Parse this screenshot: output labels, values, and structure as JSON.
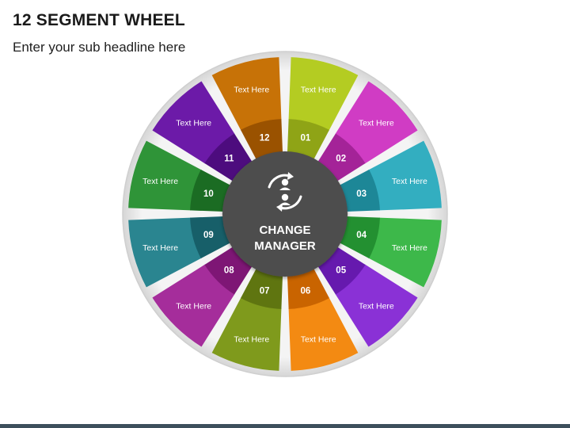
{
  "header": {
    "title": "12 SEGMENT WHEEL",
    "subtitle": "Enter your sub headline here"
  },
  "center": {
    "line1": "CHANGE",
    "line2": "MANAGER",
    "icon": "change-manager-icon",
    "color": "#4d4d4d"
  },
  "segments": [
    {
      "number": "01",
      "label": "Text Here",
      "color": "#b4cc22",
      "inner_color": "#8fa416"
    },
    {
      "number": "02",
      "label": "Text Here",
      "color": "#d03cc4",
      "inner_color": "#a42398"
    },
    {
      "number": "03",
      "label": "Text Here",
      "color": "#33aec0",
      "inner_color": "#1d8797"
    },
    {
      "number": "04",
      "label": "Text Here",
      "color": "#3db84a",
      "inner_color": "#239031"
    },
    {
      "number": "05",
      "label": "Text Here",
      "color": "#8a31d6",
      "inner_color": "#6619ae"
    },
    {
      "number": "06",
      "label": "Text Here",
      "color": "#f38a12",
      "inner_color": "#c96400"
    },
    {
      "number": "07",
      "label": "Text Here",
      "color": "#7f9a1c",
      "inner_color": "#5f7510"
    },
    {
      "number": "08",
      "label": "Text Here",
      "color": "#a52d9b",
      "inner_color": "#7e1675"
    },
    {
      "number": "09",
      "label": "Text Here",
      "color": "#2a8590",
      "inner_color": "#175f69"
    },
    {
      "number": "10",
      "label": "Text Here",
      "color": "#2f9438",
      "inner_color": "#1b6c23"
    },
    {
      "number": "11",
      "label": "Text Here",
      "color": "#6c1aa8",
      "inner_color": "#4d0c7e"
    },
    {
      "number": "12",
      "label": "Text Here",
      "color": "#c77207",
      "inner_color": "#9a5200"
    }
  ],
  "footer_color": "#3d4f5c"
}
